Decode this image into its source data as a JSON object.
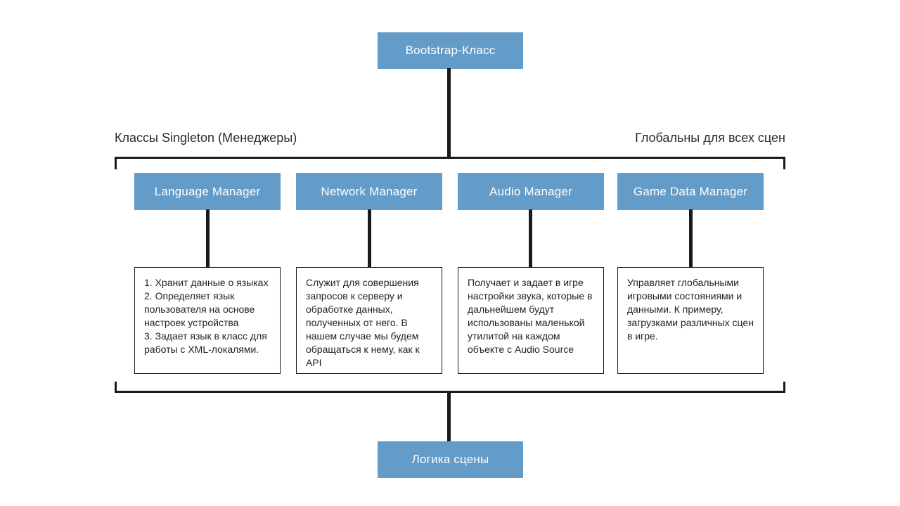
{
  "diagram": {
    "root": {
      "label": "Bootstrap-Класс"
    },
    "group_labels": {
      "left": "Классы Singleton (Менеджеры)",
      "right": "Глобальны для всех сцен"
    },
    "managers": [
      {
        "label": "Language Manager",
        "description": "1. Хранит данные о языках\n2. Определяет язык пользователя на основе настроек устройства\n3. Задает язык в класс для работы с XML-локалями."
      },
      {
        "label": "Network Manager",
        "description": "Служит для совершения запросов к серверу и обработке данных, полученных от него. В нашем случае мы будем обращаться к нему, как к API"
      },
      {
        "label": "Audio Manager",
        "description": "Получает и задает в игре настройки звука, которые в дальнейшем будут использованы маленькой утилитой на каждом объекте с Audio Source"
      },
      {
        "label": "Game Data Manager",
        "description": "Управляет глобальными игровыми состояниями и данными. К примеру, загрузками различных сцен в игре."
      }
    ],
    "bottom": {
      "label": "Логика сцены"
    },
    "colors": {
      "node_fill": "#639CC8",
      "node_text": "#FFFFFF",
      "connector_line": "#1A1A1A",
      "body_text": "#231F20",
      "background": "#FFFFFF"
    }
  }
}
